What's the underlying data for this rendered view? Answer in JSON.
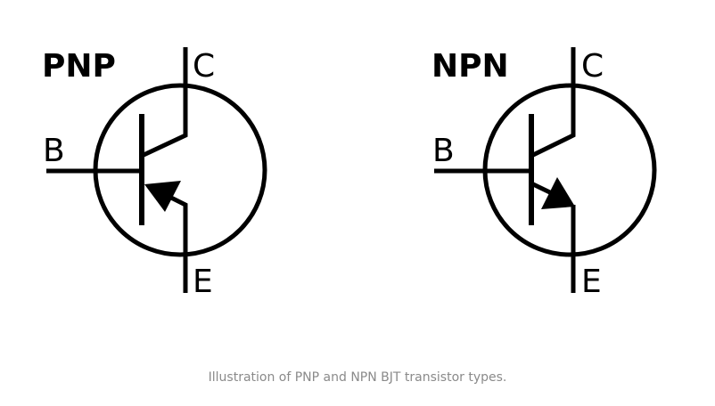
{
  "diagrams": [
    {
      "title": "PNP",
      "terminals": {
        "collector": "C",
        "base": "B",
        "emitter": "E"
      },
      "arrow_direction": "inward"
    },
    {
      "title": "NPN",
      "terminals": {
        "collector": "C",
        "base": "B",
        "emitter": "E"
      },
      "arrow_direction": "outward"
    }
  ],
  "caption": "Illustration of PNP and NPN BJT transistor types.",
  "colors": {
    "stroke": "#000000",
    "caption": "#8a8a8a",
    "background": "#ffffff"
  }
}
